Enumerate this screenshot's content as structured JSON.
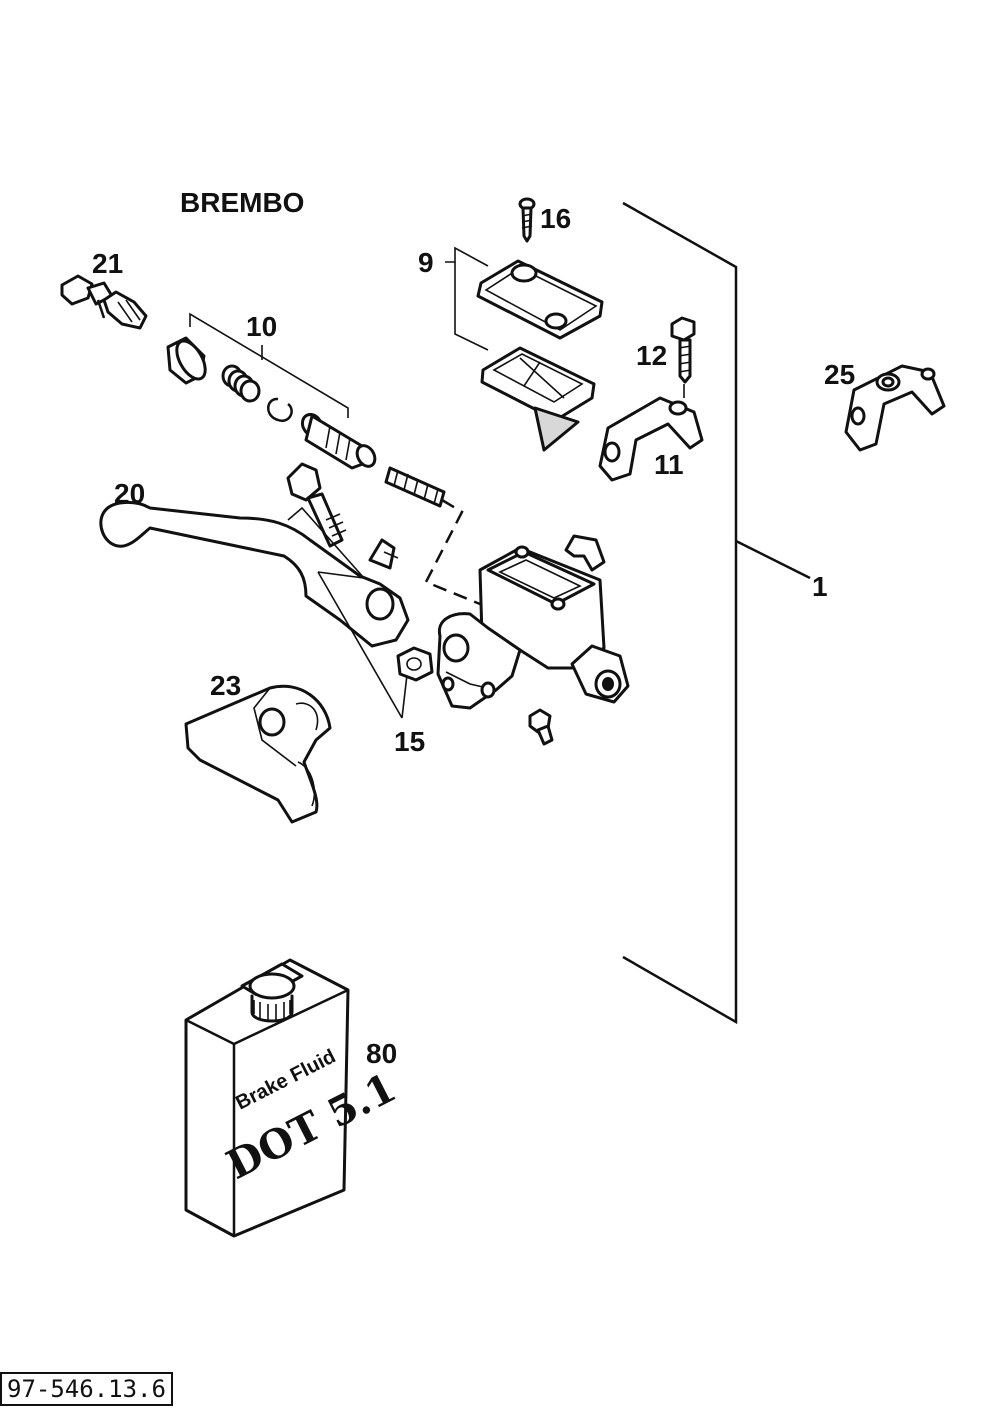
{
  "brand_title": "BREMBO",
  "callouts": {
    "c1": "1",
    "c9": "9",
    "c10": "10",
    "c11": "11",
    "c12": "12",
    "c15": "15",
    "c16": "16",
    "c20": "20",
    "c21": "21",
    "c23": "23",
    "c25": "25",
    "c80": "80"
  },
  "fluid_can": {
    "line1": "Brake Fluid",
    "line2": "DOT 5.1"
  },
  "drawing_code": "97-546.13.6"
}
